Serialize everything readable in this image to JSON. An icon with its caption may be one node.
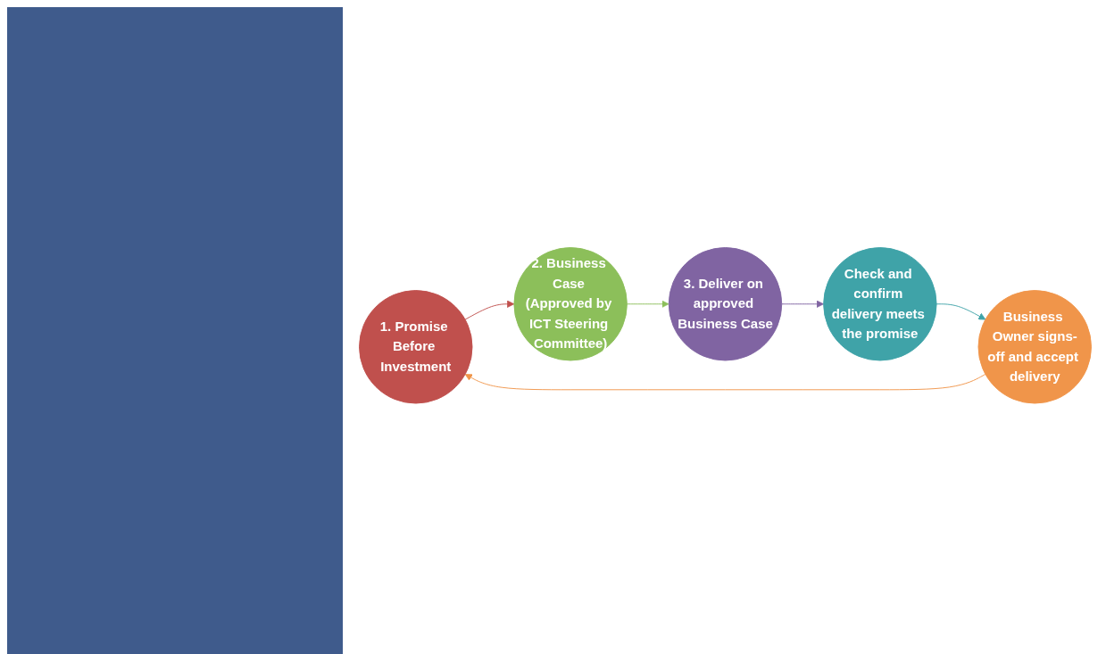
{
  "diagram": {
    "nodes": [
      {
        "text": [
          "1. Promise Before Investment"
        ]
      },
      {
        "text": [
          "2. Business Case (Approved by ICT Steering Committee)"
        ]
      },
      {
        "text": [
          "3. Deliver on approved Business Case"
        ]
      },
      {
        "text": [
          "Check and confirm delivery meets the promise"
        ]
      },
      {
        "text": [
          "Business Owner signs-off and accept delivery"
        ]
      }
    ],
    "edges": [
      {
        "from": 0,
        "to": 1,
        "arrow": "to",
        "color": "#c0504d"
      },
      {
        "from": 1,
        "to": 2,
        "arrow": "to",
        "color": "#8cbf5a"
      },
      {
        "from": 2,
        "to": 3,
        "arrow": "to",
        "color": "#8064a2"
      },
      {
        "from": 3,
        "to": 4,
        "arrow": "to",
        "color": "#3fa3a8"
      },
      {
        "from": 4,
        "to": 0,
        "arrow": "to",
        "color": "#f0954a"
      }
    ]
  }
}
